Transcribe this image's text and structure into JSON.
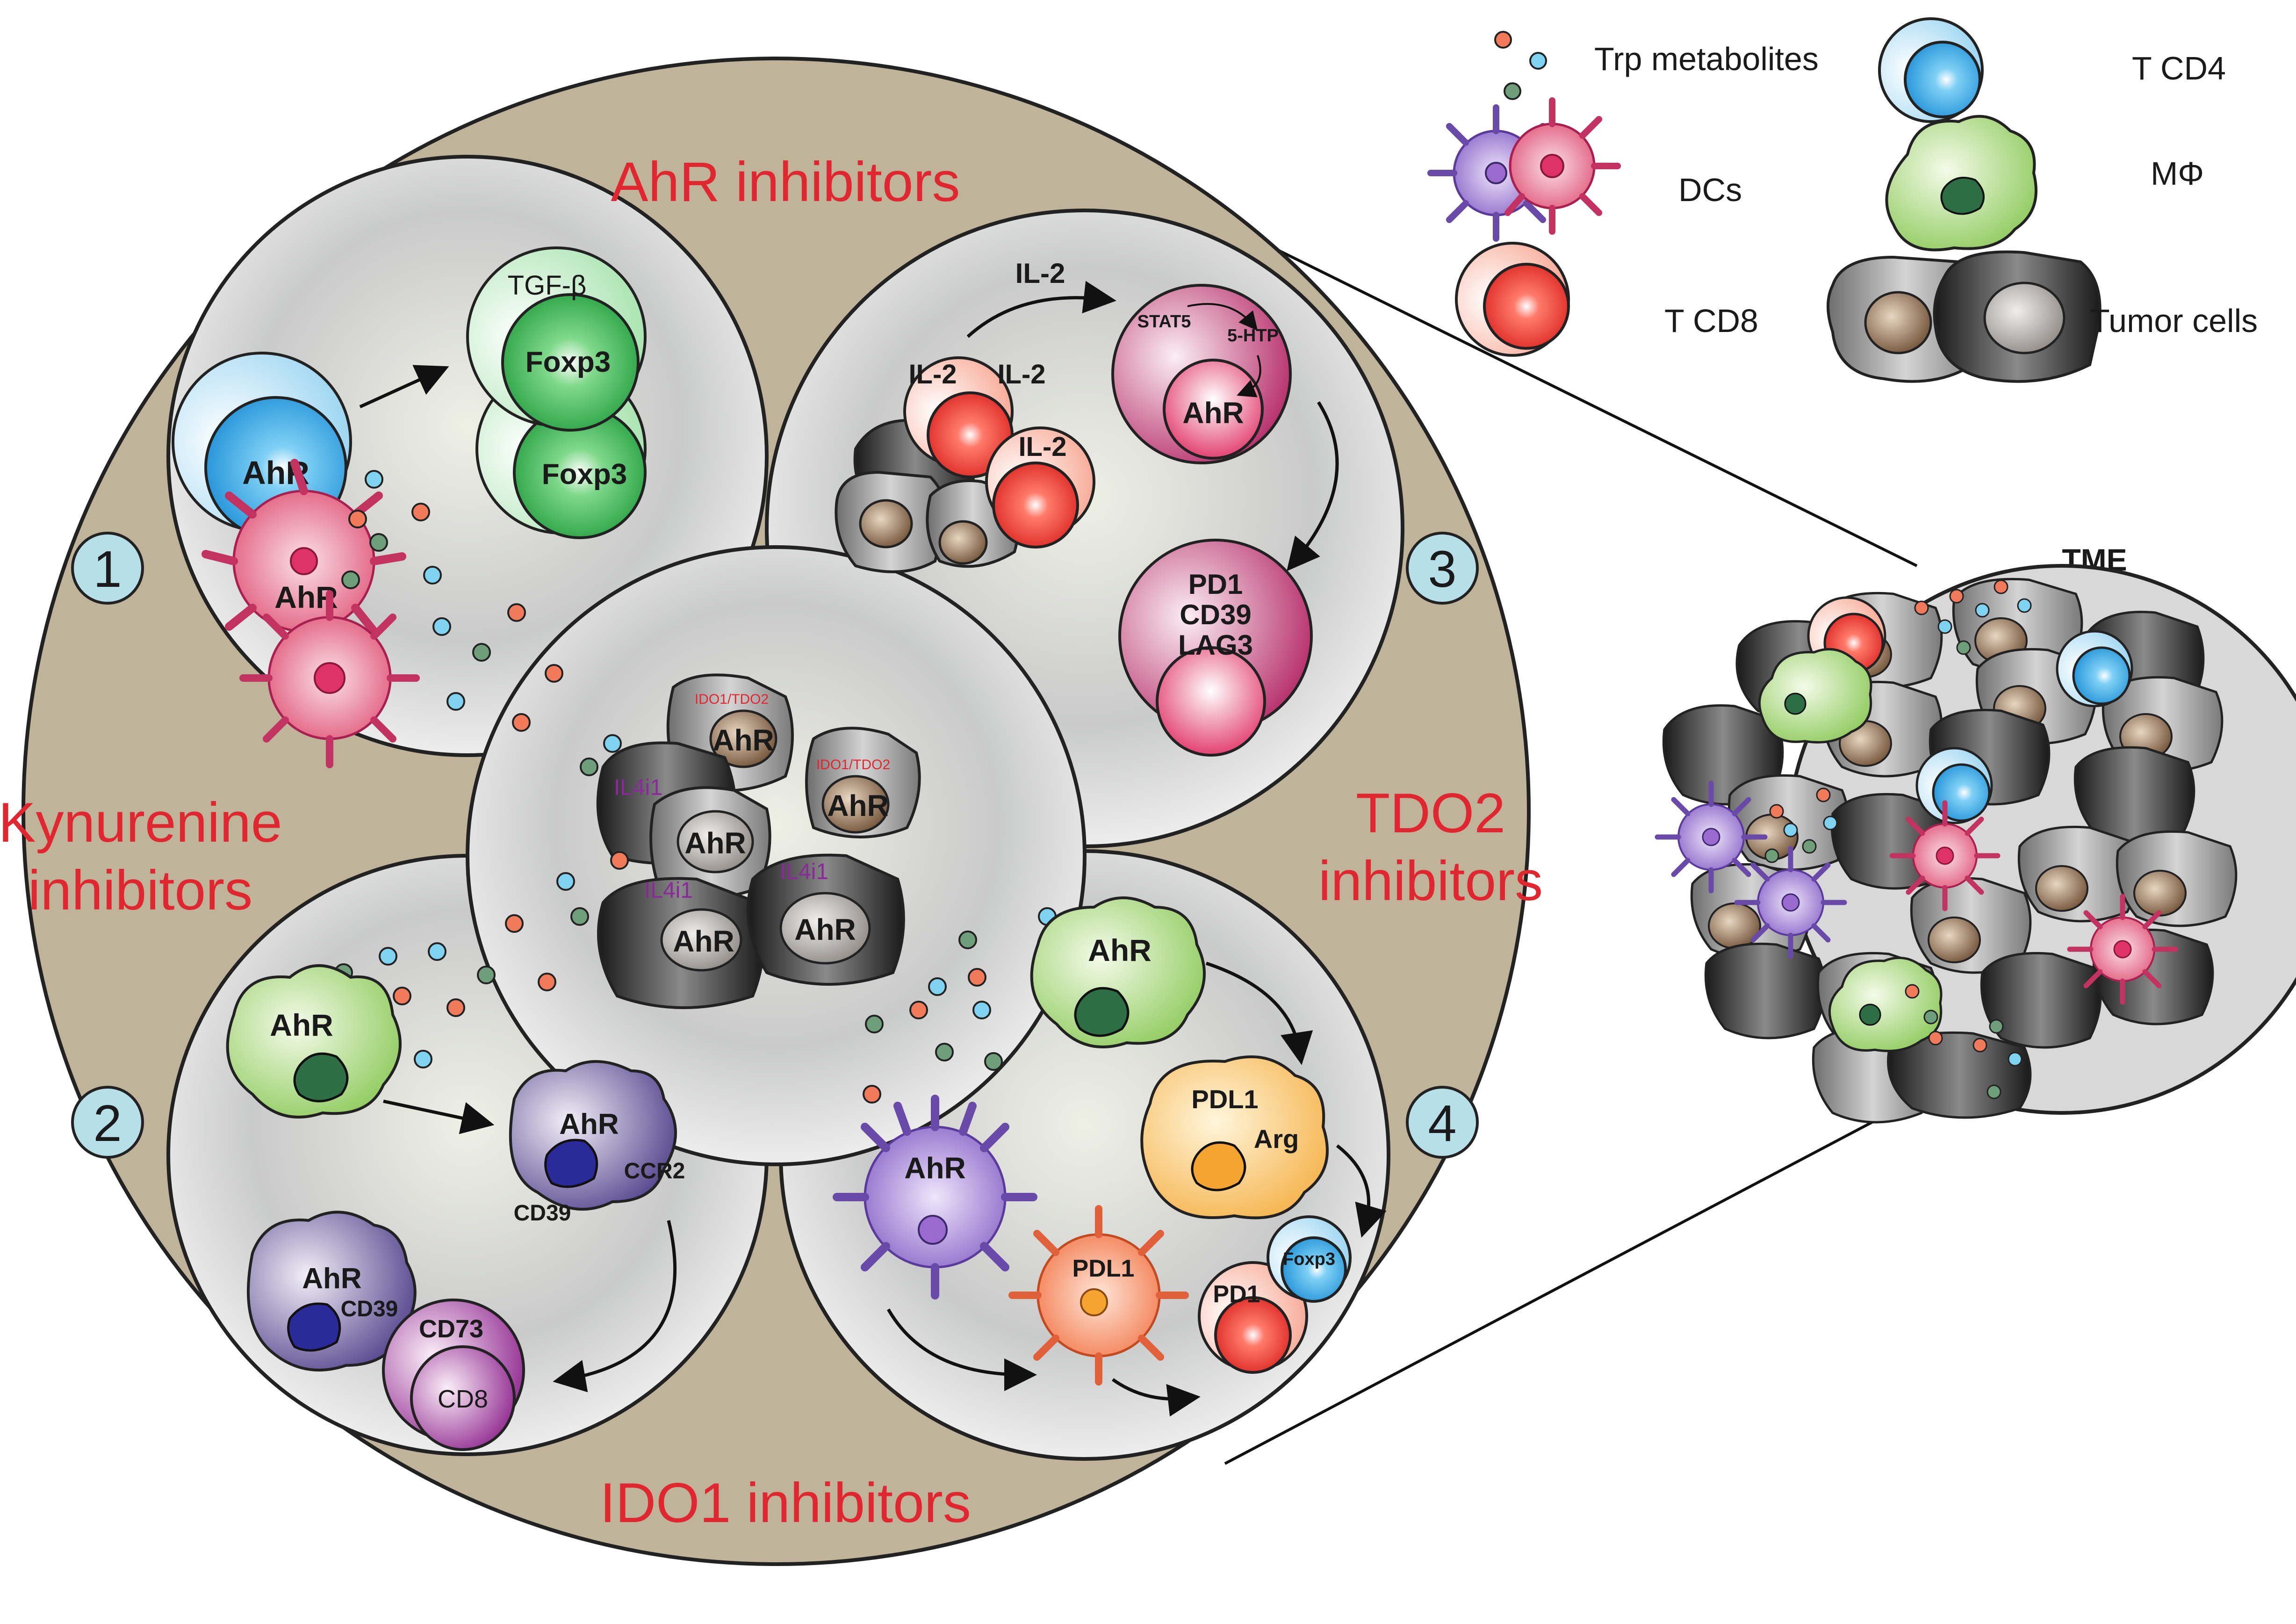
{
  "legend": {
    "trp_metabolites": "Trp metabolites",
    "t_cd4": "T CD4",
    "dcs": "DCs",
    "macrophage": "MΦ",
    "t_cd8": "T CD8",
    "tumor_cells": "Tumor cells"
  },
  "sections": {
    "ahr_inhibitors": "AhR inhibitors",
    "kynurenine_line1": "Kynurenine",
    "kynurenine_line2": "inhibitors",
    "tdo2_line1": "TDO2",
    "tdo2_line2": "inhibitors",
    "ido1_inhibitors": "IDO1 inhibitors"
  },
  "badges": [
    "1",
    "2",
    "3",
    "4"
  ],
  "panel1": {
    "tcd4_ahr": "AhR",
    "tgf_beta": "TGF-β",
    "foxp3_top": "Foxp3",
    "foxp3_bottom": "Foxp3",
    "dc_ahr": "AhR"
  },
  "panel3": {
    "il2_top": "IL-2",
    "il2_left": "IL-2",
    "il2_mid": "IL-2",
    "il2_low": "IL-2",
    "stat5": "STAT5",
    "five_htp": "5-HTP",
    "ahr": "AhR",
    "pd1": "PD1",
    "cd39": "CD39",
    "lag3": "LAG3"
  },
  "center": {
    "ido1_tdo2_a": "IDO1/TDO2",
    "ido1_tdo2_b": "IDO1/TDO2",
    "ahr_top": "AhR",
    "ahr_right": "AhR",
    "ahr_mid": "AhR",
    "ahr_bl": "AhR",
    "ahr_br": "AhR",
    "il4i1_a": "IL4i1",
    "il4i1_b": "IL4i1",
    "il4i1_c": "IL4i1"
  },
  "panel2": {
    "mac_ahr": "AhR",
    "mac2_ahr": "AhR",
    "ccr2": "CCR2",
    "cd39_a": "CD39",
    "mac3_ahr": "AhR",
    "cd39_b": "CD39",
    "cd73": "CD73",
    "cd8": "CD8"
  },
  "panel4": {
    "mac_ahr": "AhR",
    "pdl1_a": "PDL1",
    "arg": "Arg",
    "dc_ahr": "AhR",
    "pdl1_b": "PDL1",
    "pd1": "PD1",
    "foxp3": "Foxp3"
  },
  "tme_label": "TME",
  "colors": {
    "section_red": "#e0262e",
    "beige": "#bfb39a",
    "cd4_blue": "#2f9fe0",
    "foxp3_green": "#2fa84a",
    "cd8_red": "#e8322f",
    "dc_pink": "#e0577a",
    "dc_purple": "#8a66c8",
    "macrophage_green": "#8cc95a",
    "badge_blue": "#b7dfe8"
  }
}
